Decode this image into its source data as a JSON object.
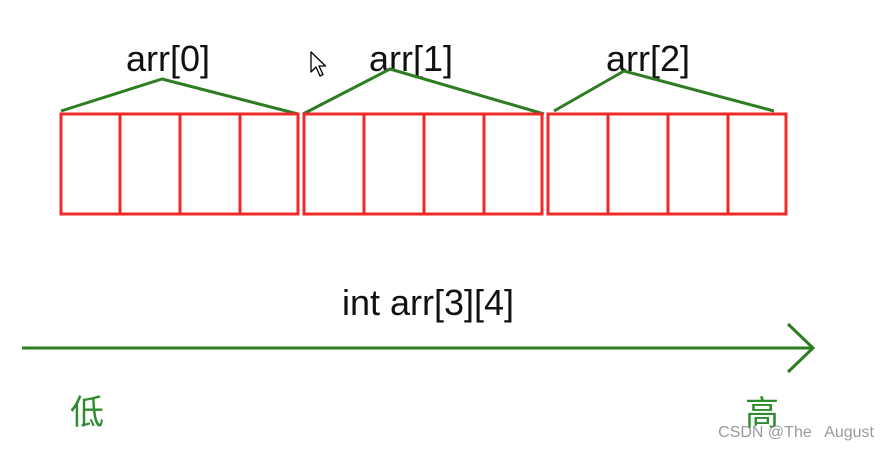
{
  "diagram": {
    "declaration": "int arr[3][4]",
    "rows": [
      {
        "label": "arr[0]",
        "cells": 4
      },
      {
        "label": "arr[1]",
        "cells": 4
      },
      {
        "label": "arr[2]",
        "cells": 4
      }
    ],
    "axis": {
      "low_label": "低",
      "high_label": "高"
    },
    "colors": {
      "cell_border": "#ee2a2a",
      "bracket": "#2e7d22",
      "axis": "#2e7d22",
      "cjk_label": "#2e8b2e"
    }
  },
  "watermark": {
    "text": "CSDN @The   August"
  },
  "cursor": {
    "icon": "mouse-pointer-icon"
  }
}
